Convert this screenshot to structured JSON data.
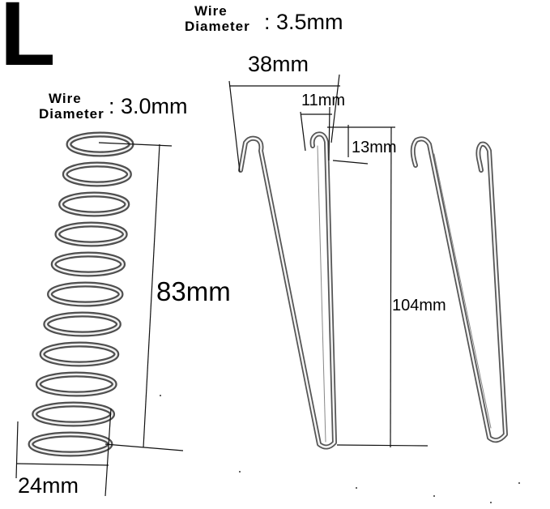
{
  "size_letter": "L",
  "spring": {
    "wire_label_line1": "Wire",
    "wire_label_line2": "Diameter",
    "wire_value": ": 3.0mm",
    "length": "83mm",
    "width": "24mm"
  },
  "hook": {
    "wire_label_line1": "Wire",
    "wire_label_line2": "Diameter",
    "wire_value": ": 3.5mm",
    "span": "38mm",
    "hook_width": "11mm",
    "hook_depth": "13mm",
    "length": "104mm"
  },
  "colors": {
    "background": "#ffffff",
    "text": "#000000",
    "metal": "#6a6a6a",
    "metal_highlight": "#e8e8e8",
    "dimension_line": "#111111"
  }
}
